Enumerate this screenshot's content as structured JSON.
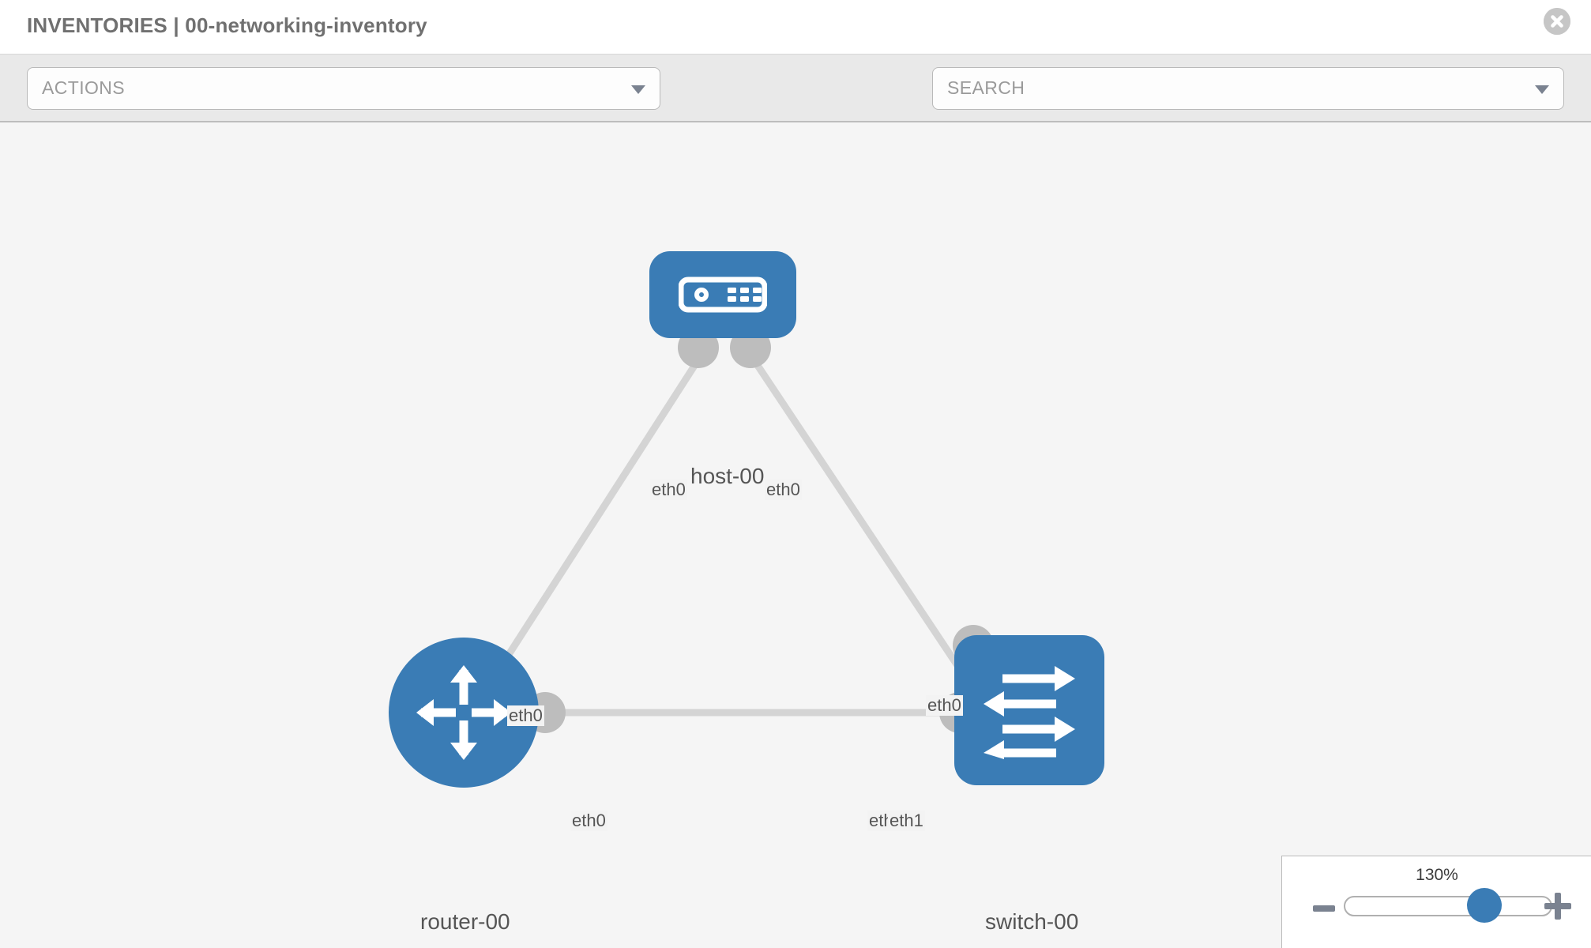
{
  "header": {
    "title": "INVENTORIES | 00-networking-inventory",
    "close_icon": "close-circle-icon"
  },
  "toolbar": {
    "actions_label": "ACTIONS",
    "search_placeholder": "SEARCH",
    "wrench_icon": "wrench-icon",
    "key_icon": "key-icon",
    "caret_icon": "chevron-down-icon"
  },
  "topology": {
    "nodes": [
      {
        "id": "host-00",
        "label": "host-00",
        "icon": "server-icon",
        "type": "host",
        "color": "#3a7cb5"
      },
      {
        "id": "router-00",
        "label": "router-00",
        "icon": "router-icon",
        "type": "router",
        "color": "#3a7cb5"
      },
      {
        "id": "switch-00",
        "label": "switch-00",
        "icon": "switch-icon",
        "type": "switch",
        "color": "#3a7cb5"
      }
    ],
    "edge_labels": {
      "host_left": "eth0",
      "host_right": "eth0",
      "router_up": "eth0",
      "switch_up": "eth0",
      "router_side": "eth0",
      "switch_side_a": "eth",
      "switch_side_b": "eth1"
    },
    "link_color": "#d0d0d0",
    "connector_color": "#bdbdbd"
  },
  "zoom_control": {
    "value": "130%",
    "minus_label": "zoom-out",
    "plus_label": "zoom-in",
    "slider_percent": 60
  }
}
